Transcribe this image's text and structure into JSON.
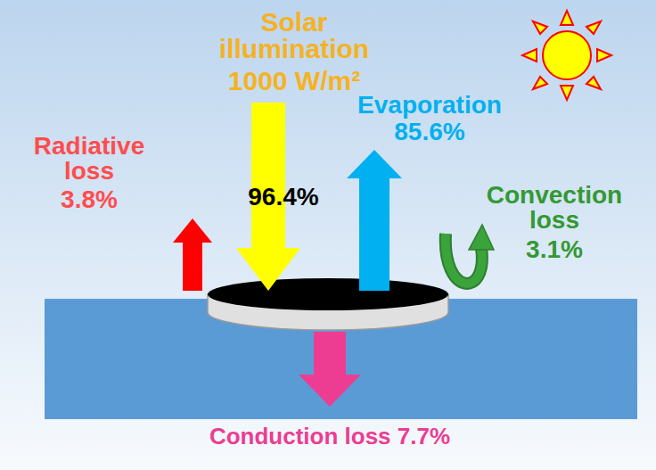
{
  "diagram": {
    "labels": [
      "Solar illumination",
      "1000 W/m²",
      "Radiative loss",
      "3.8%",
      "96.4%",
      "Evaporation",
      "85.6%",
      "Convection loss",
      "3.1%",
      "Conduction loss 7.7%"
    ]
  }
}
